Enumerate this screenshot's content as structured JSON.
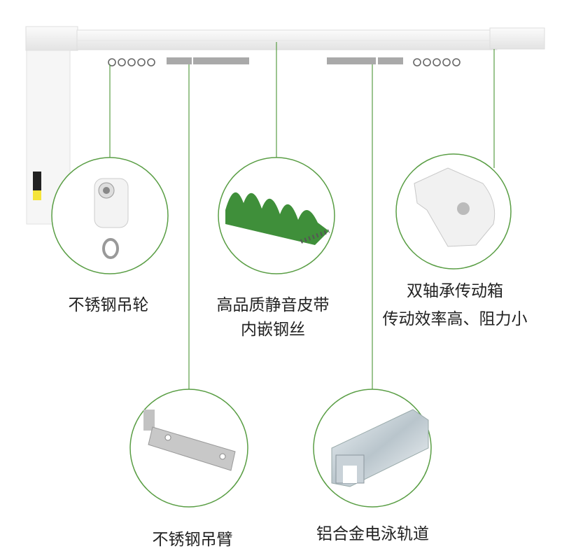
{
  "colors": {
    "callout_border": "#5a9e45",
    "belt_green": "#3f8f3a",
    "track": "#f2f2f2"
  },
  "callouts": [
    {
      "id": "pulley",
      "lines": [
        "不锈钢吊轮"
      ]
    },
    {
      "id": "belt",
      "lines": [
        "高品质静音皮带",
        "内嵌钢丝"
      ]
    },
    {
      "id": "gearbox",
      "lines": [
        "双轴承传动箱",
        "传动效率高、阻力小"
      ]
    },
    {
      "id": "arm",
      "lines": [
        "不锈钢吊臂"
      ]
    },
    {
      "id": "rail",
      "lines": [
        "铝合金电泳轨道"
      ]
    }
  ]
}
